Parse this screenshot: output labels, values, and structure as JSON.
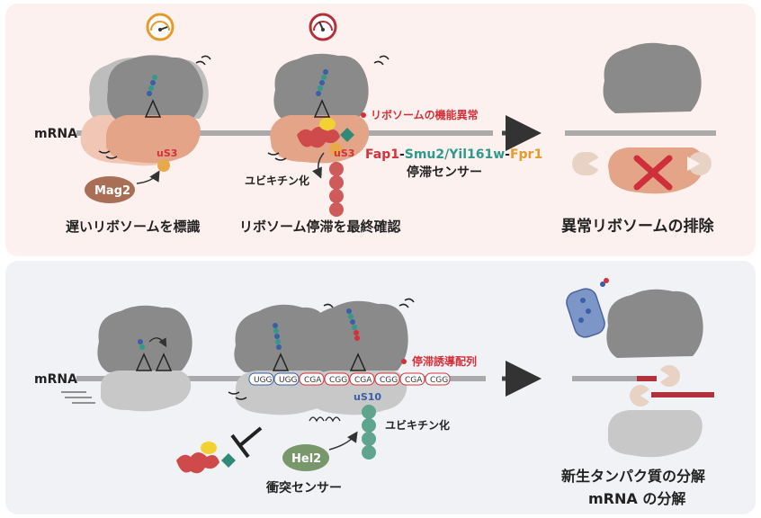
{
  "top": {
    "mrna_label": "mRNA",
    "malfunction_label": "リボソームの機能異常",
    "us3_label_a": "uS3",
    "us3_label_b": "uS3",
    "mag2_label": "Mag2",
    "ubiquitination_label": "ユビキチン化",
    "sensor_parts": [
      "Fap1",
      "-",
      "Smu2/Yil161w",
      "-",
      "Fpr1"
    ],
    "sensor_caption": "停滞センサー",
    "caption_slow": "遅いリボソームを標識",
    "caption_stall": "リボソーム停滞を最終確認",
    "caption_removal": "異常リボソームの排除"
  },
  "bottom": {
    "mrna_label": "mRNA",
    "codons": [
      "UGG",
      "UGG",
      "CGA",
      "CGG",
      "CGA",
      "CGG",
      "CGA",
      "CGG"
    ],
    "stall_seq_label": "停滞誘導配列",
    "us10_label": "uS10",
    "ubiquitination_label": "ユビキチン化",
    "hel2_label": "Hel2",
    "collision_sensor_label": "衝突センサー",
    "caption_degradation_1": "新生タンパク質の分解",
    "caption_degradation_2": "mRNA の分解"
  },
  "colors": {
    "top_panel": "#fdf1ef",
    "bottom_panel": "#f1f2f5",
    "ribosome_large": "#8a8a8a",
    "ribosome_small_top": "#e4a487",
    "ribosome_small_grey": "#c8c8c8",
    "mrna": "#aaaaaa",
    "accent_red": "#d4313a",
    "accent_teal": "#2f9a8c",
    "accent_orange": "#e59a2a",
    "mag2": "#a86e56",
    "hel2": "#78976a",
    "ubiquitin_red": "#cf5a5a",
    "ubiquitin_teal": "#5fa48c",
    "us3_ball": "#e7a94a",
    "arrow": "#444444"
  }
}
